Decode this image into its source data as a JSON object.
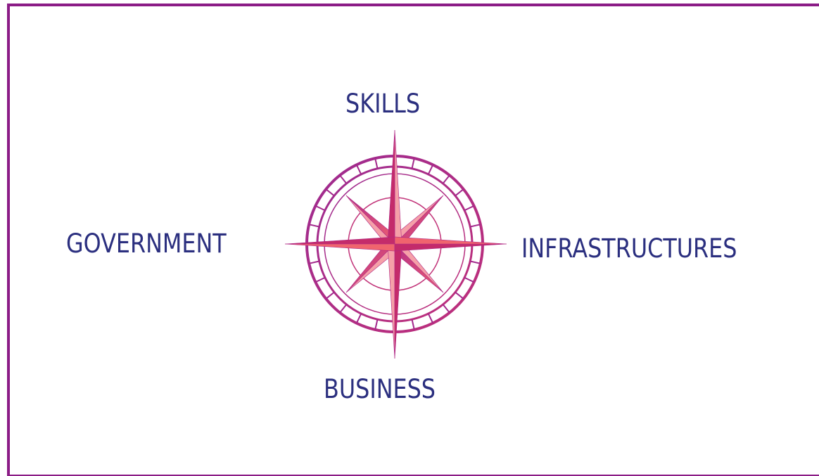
{
  "diagram": {
    "labels": {
      "top": "SKILLS",
      "left": "GOVERNMENT",
      "right": "INFRASTRUCTURES",
      "bottom": "BUSINESS"
    },
    "colors": {
      "frame": "#8b1c86",
      "text": "#2b2f7f",
      "compass_outer": "#a3288c",
      "compass_inner": "#d23a6a",
      "star_light": "#f0646e",
      "star_dark": "#c42b6a"
    },
    "icon": "compass-rose-icon"
  }
}
